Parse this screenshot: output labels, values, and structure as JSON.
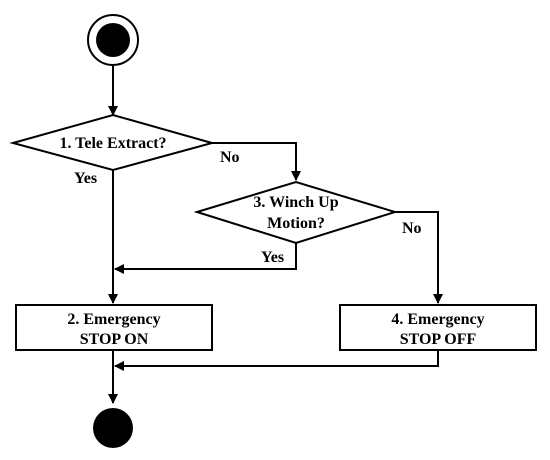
{
  "nodes": {
    "decision_1": {
      "text": "1. Tele Extract?"
    },
    "decision_3": {
      "line1": "3. Winch Up",
      "line2": "Motion?"
    },
    "action_2": {
      "line1": "2. Emergency",
      "line2": "STOP ON"
    },
    "action_4": {
      "line1": "4. Emergency",
      "line2": "STOP OFF"
    }
  },
  "edges": {
    "d1_no": "No",
    "d1_yes": "Yes",
    "d3_no": "No",
    "d3_yes": "Yes"
  }
}
